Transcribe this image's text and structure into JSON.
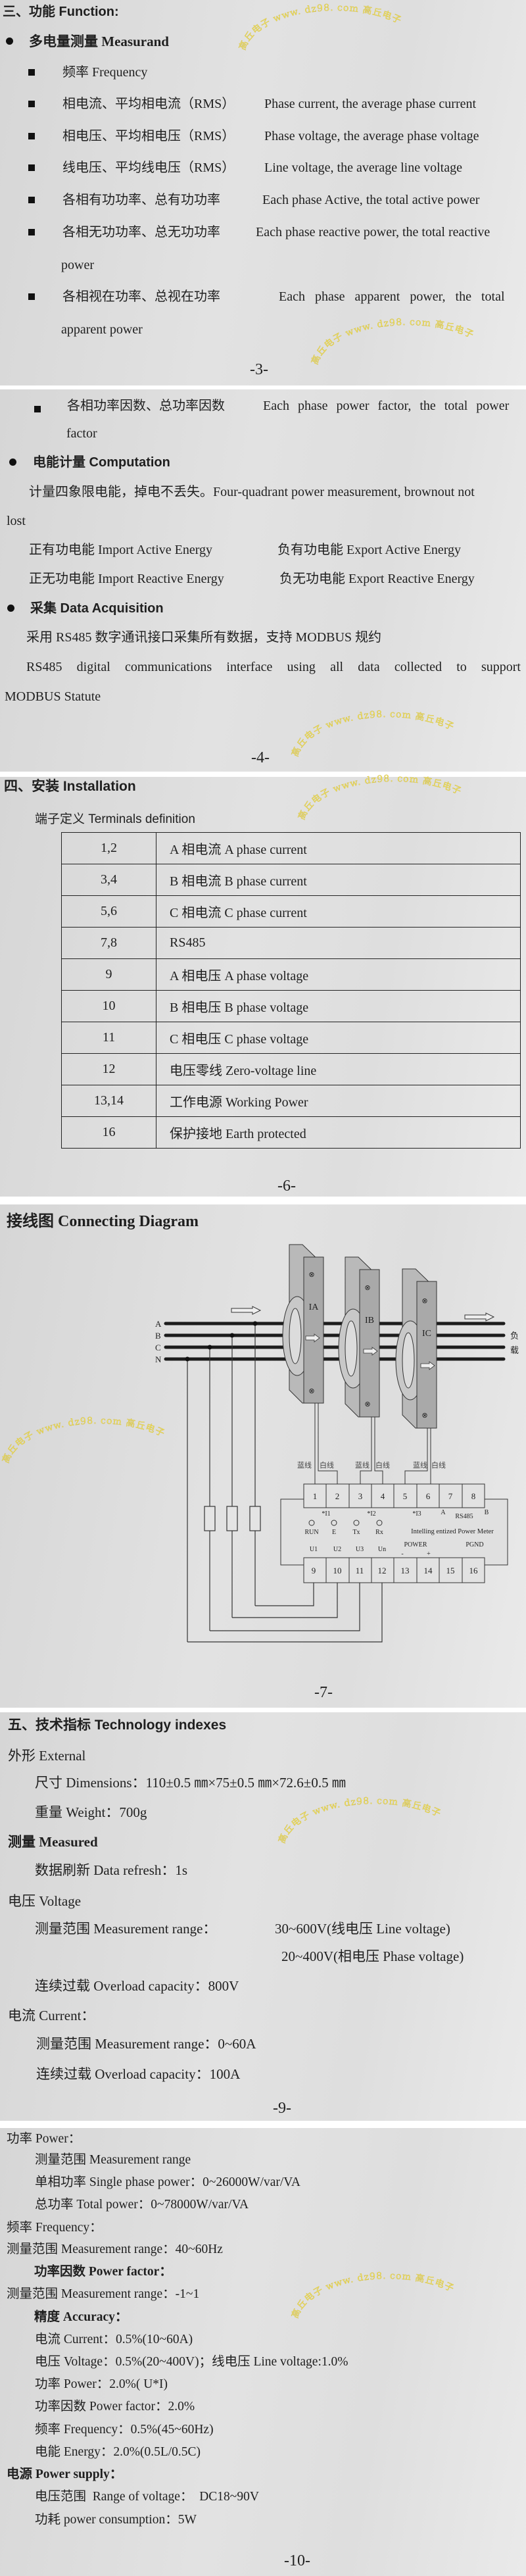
{
  "watermark": {
    "text": "高丘电子 www. dz98. com 高丘电子"
  },
  "page3": {
    "title": "三、功能 Function:",
    "measurand": "多电量测量 Measurand",
    "items": [
      {
        "cn": "频率 Frequency"
      },
      {
        "cn": "相电流、平均相电流（RMS）",
        "en": "Phase current, the average phase current"
      },
      {
        "cn": "相电压、平均相电压（RMS）",
        "en": "Phase voltage, the average phase voltage"
      },
      {
        "cn": "线电压、平均线电压（RMS）",
        "en": "Line voltage, the average line voltage"
      },
      {
        "cn": "各相有功功率、总有功功率",
        "en": "Each phase Active, the total active power"
      },
      {
        "cn": "各相无功功率、总无功功率",
        "en": "Each phase reactive power, the total reactive",
        "en2": "power"
      },
      {
        "cn": "各相视在功率、总视在功率",
        "en": "Each phase apparent power, the total",
        "en2": "apparent power"
      }
    ],
    "page_no": "-3-"
  },
  "page4": {
    "item_cn": "各相功率因数、总功率因数",
    "item_en": "Each phase power factor, the total power",
    "item_en2": "factor",
    "computation": "电能计量 Computation",
    "comp_text": "计量四象限电能，掉电不丢失。Four-quadrant power measurement, brownout not",
    "comp_text2": "lost",
    "import_active": "正有功电能 Import Active Energy",
    "export_active": "负有功电能 Export Active Energy",
    "import_reactive": "正无功电能  Import Reactive Energy",
    "export_reactive": "负无功电能 Export Reactive Energy",
    "acquisition": "采集 Data Acquisition",
    "acq_cn": "采用 RS485 数字通讯接口采集所有数据，支持 MODBUS 规约",
    "acq_en_words": [
      "RS485",
      "digital",
      "communications",
      "interface",
      "using",
      "all",
      "data",
      "collected",
      "to",
      "support"
    ],
    "acq_en2": "MODBUS Statute",
    "page_no": "-4-"
  },
  "page6": {
    "title": "四、安装 Installation",
    "subtitle": "端子定义 Terminals definition",
    "terminals": [
      {
        "no": "1,2",
        "desc": "A 相电流 A phase current"
      },
      {
        "no": "3,4",
        "desc": "B 相电流 B phase current"
      },
      {
        "no": "5,6",
        "desc": "C 相电流 C phase current"
      },
      {
        "no": "7,8",
        "desc": "RS485"
      },
      {
        "no": "9",
        "desc": "A 相电压 A phase voltage"
      },
      {
        "no": "10",
        "desc": "B 相电压 B phase voltage"
      },
      {
        "no": "11",
        "desc": "C 相电压 C phase voltage"
      },
      {
        "no": "12",
        "desc": "电压零线 Zero-voltage line"
      },
      {
        "no": "13,14",
        "desc": "工作电源 Working Power"
      },
      {
        "no": "16",
        "desc": "保护接地 Earth protected"
      }
    ],
    "page_no": "-6-"
  },
  "page7": {
    "title": "接线图 Connecting Diagram",
    "bus": [
      "A",
      "B",
      "C",
      "N"
    ],
    "ct": [
      "IA",
      "IB",
      "IC"
    ],
    "load": [
      "负",
      "载"
    ],
    "wire_blue": "蓝线",
    "wire_white": "白线",
    "top_terminals": [
      "1",
      "2",
      "3",
      "4",
      "5",
      "6",
      "7",
      "8"
    ],
    "bottom_terminals": [
      "9",
      "10",
      "11",
      "12",
      "13",
      "14",
      "15",
      "16"
    ],
    "current_inputs": [
      "*I1",
      "*I2",
      "*I3"
    ],
    "rs485": "RS485",
    "rs485_a": "A",
    "rs485_b": "B",
    "leds": [
      "RUN",
      "E",
      "Tx",
      "Rx"
    ],
    "meter_name": "Intelling entized Power Meter",
    "voltage_inputs": [
      "U1",
      "U2",
      "U3",
      "Un"
    ],
    "power": "POWER",
    "power_minus": "-",
    "power_plus": "+",
    "pgnd": "PGND",
    "page_no": "-7-"
  },
  "page9": {
    "title": "五、技术指标 Technology indexes",
    "external": "外形 External",
    "dimensions": "尺寸 Dimensions：110±0.5 ㎜×75±0.5 ㎜×72.6±0.5 ㎜",
    "weight": "重量 Weight：700g",
    "measured": "测量 Measured",
    "refresh": "数据刷新 Data refresh：1s",
    "voltage": "电压 Voltage",
    "v_range_label": "测量范围 Measurement range：",
    "v_range_line": "30~600V(线电压 Line voltage)",
    "v_range_phase": "20~400V(相电压 Phase voltage)",
    "v_overload": "连续过载 Overload capacity：800V",
    "current": "电流 Current：",
    "c_range": "测量范围 Measurement range：0~60A",
    "c_overload": "连续过载 Overload capacity：100A",
    "page_no": "-9-"
  },
  "page10": {
    "lines": [
      "功率 Power：",
      "测量范围 Measurement range",
      "单相功率 Single phase power：0~26000W/var/VA",
      "总功率 Total power：0~78000W/var/VA",
      "频率 Frequency：",
      "测量范围 Measurement range：40~60Hz",
      "功率因数 Power factor：",
      "测量范围 Measurement range：-1~1",
      "精度 Accuracy：",
      "电流 Current：0.5%(10~60A)",
      "电压 Voltage：0.5%(20~400V)；线电压 Line voltage:1.0%",
      "功率 Power：2.0%( U*I)",
      "功率因数 Power factor：2.0%",
      "频率 Frequency：0.5%(45~60Hz)",
      "电能 Energy：2.0%(0.5L/0.5C)",
      "电源 Power supply：",
      "电压范围  Range of voltage：  DC18~90V",
      "功耗 power consumption：5W"
    ],
    "page_no": "-10-"
  }
}
